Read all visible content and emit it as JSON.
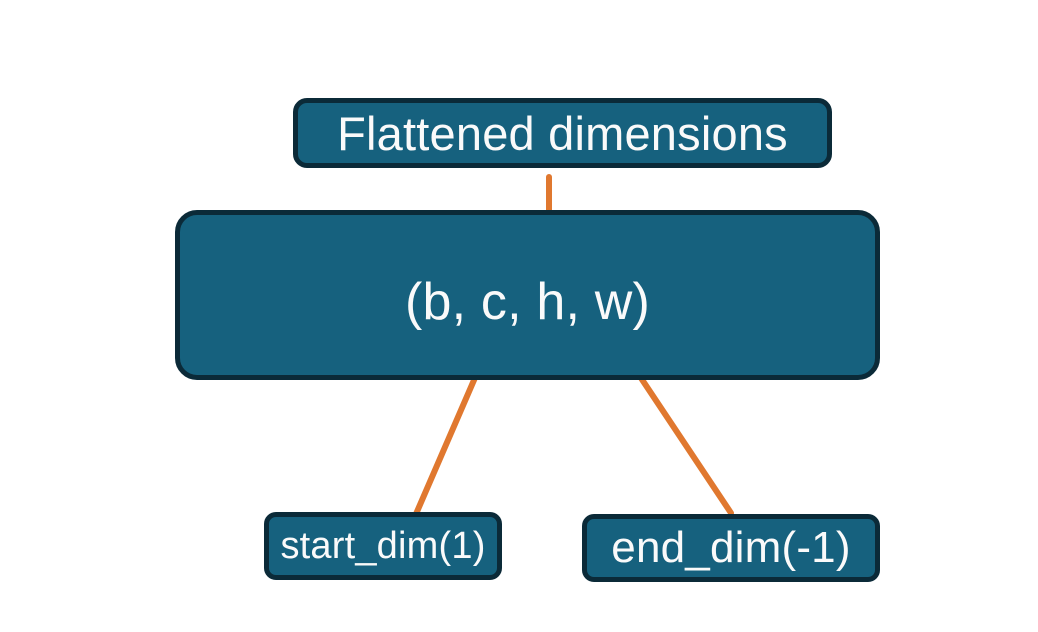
{
  "diagram": {
    "background_color": "#FFFFFF",
    "boxes": {
      "flattened": {
        "label": "Flattened dimensions"
      },
      "tensor": {
        "label": "(b, c, h, w)"
      },
      "start_dim": {
        "label": "start_dim(1)"
      },
      "end_dim": {
        "label": "end_dim(-1)"
      }
    },
    "connectors": [
      {
        "name": "flatten-brace",
        "type": "brace",
        "from": "Flattened dimensions",
        "spans": "c, h, w"
      },
      {
        "name": "start-dim-arrow",
        "type": "arrow",
        "from": "start_dim(1)",
        "points_to": "c"
      },
      {
        "name": "end-dim-arrow",
        "type": "arrow",
        "from": "end_dim(-1)",
        "points_to": "w"
      }
    ],
    "colors": {
      "box_fill": "#16617E",
      "box_border": "#0B2A38",
      "accent_orange": "#E0782F",
      "text": "#FAFAFA"
    }
  }
}
